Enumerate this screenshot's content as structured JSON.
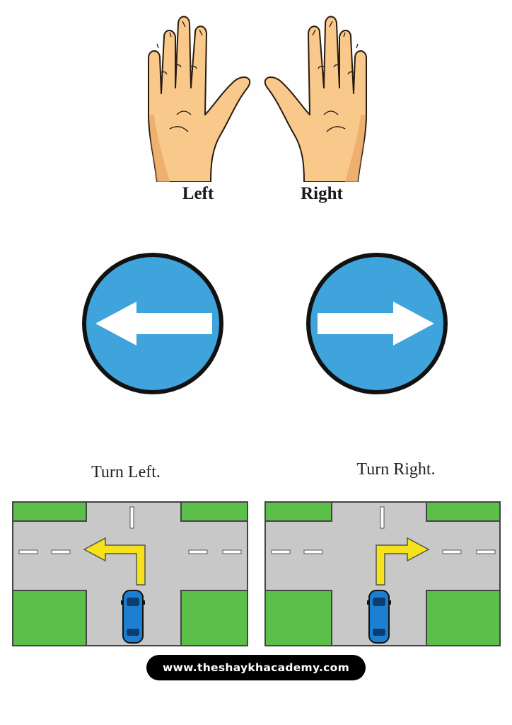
{
  "labels": {
    "left": "Left",
    "right": "Right",
    "turn_left": "Turn Left.",
    "turn_right": "Turn Right."
  },
  "footer": {
    "url": "www.theshaykhacademy.com"
  },
  "icons": {
    "left_hand": "left-hand-icon",
    "right_hand": "right-hand-icon",
    "left_sign": "left-arrow-sign-icon",
    "right_sign": "right-arrow-sign-icon",
    "car": "car-icon"
  },
  "colors": {
    "skin": "#f8c98a",
    "skin_shadow": "#e8a563",
    "sign_blue": "#3fa3dc",
    "road": "#c8c8c8",
    "grass": "#5cbf4a",
    "turn_arrow": "#f5e21a",
    "car": "#1d7fd1"
  }
}
